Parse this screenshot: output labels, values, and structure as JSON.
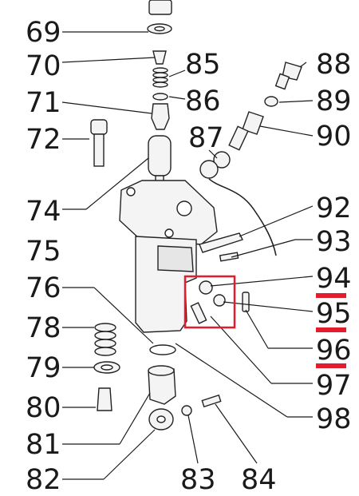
{
  "diagram": {
    "labels": [
      "69",
      "70",
      "71",
      "72",
      "74",
      "75",
      "76",
      "78",
      "79",
      "80",
      "81",
      "82",
      "83",
      "84",
      "85",
      "86",
      "87",
      "88",
      "89",
      "90",
      "92",
      "93",
      "94",
      "95",
      "96",
      "97",
      "98"
    ],
    "highlighted": [
      "94",
      "95",
      "96"
    ],
    "highlight_color": "#e11d2e",
    "ink_color": "#1a1a1a"
  }
}
